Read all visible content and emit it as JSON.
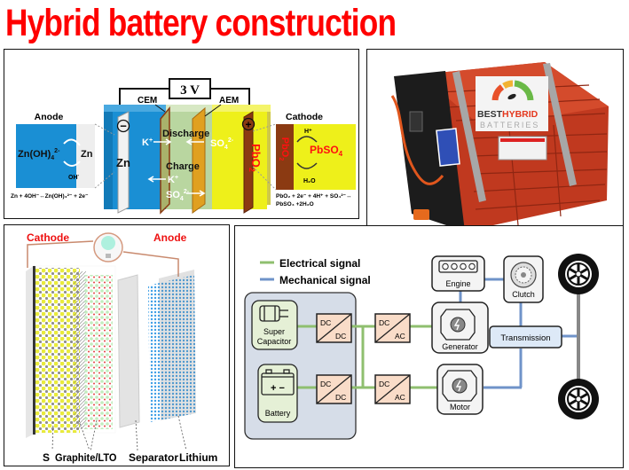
{
  "title": "Hybrid battery construction",
  "panel_zn_pbo2": {
    "voltage": "3 V",
    "membrane_cation": "CEM",
    "membrane_anion": "AEM",
    "negative_symbol": "−",
    "positive_symbol": "+",
    "anode_metal": "Zn",
    "cathode_oxide": "PbO",
    "cathode_oxide_sub": "2",
    "discharge_label": "Discharge",
    "charge_label": "Charge",
    "ion_k": "K",
    "ion_k_sup": "+",
    "ion_so4": "SO",
    "ion_so4_sub": "4",
    "ion_so4_sup": "2-",
    "anode_detail": {
      "heading": "Anode",
      "species_left": "Zn(OH)",
      "species_left_sub": "4",
      "species_left_sup": "2-",
      "species_right": "Zn",
      "mediator": "OH",
      "mediator_sup": "-",
      "equation": "Zn + 4OH⁻↔Zn(OH)₄²⁻ + 2e⁻"
    },
    "cathode_detail": {
      "heading": "Cathode",
      "species_left": "PbO",
      "species_left_sub": "2",
      "species_right": "PbSO",
      "species_right_sub": "4",
      "mediator_top": "H⁺",
      "mediator_bottom": "H₂O",
      "equation_line1": "PbO₂ + 2e⁻ + 4H⁺ + SO₄²⁻↔",
      "equation_line2": "PbSO₄ +2H₂O"
    }
  },
  "panel_photo": {
    "brand_line1_a": "BEST",
    "brand_line1_b": "HYBRID",
    "brand_line2": "BATTERIES"
  },
  "panel_li_s": {
    "cathode_label": "Cathode",
    "anode_label": "Anode",
    "layer_labels": [
      "S",
      "Graphite/LTO",
      "Separator",
      "Lithium"
    ]
  },
  "panel_powertrain": {
    "legend": [
      {
        "label": "Electrical signal",
        "color": "#8fbf6f"
      },
      {
        "label": "Mechanical signal",
        "color": "#6f93c9"
      }
    ],
    "storage": {
      "super_capacitor": [
        "Super",
        "Capacitor"
      ],
      "battery": "Battery",
      "battery_terminals": "+ −"
    },
    "converters": {
      "dcdc_top": [
        "DC",
        "DC"
      ],
      "dcdc_bottom": [
        "DC",
        "DC"
      ],
      "dcac_top": [
        "DC",
        "AC"
      ],
      "dcac_bottom": [
        "DC",
        "AC"
      ]
    },
    "machines": {
      "engine": "Engine",
      "generator": "Generator",
      "motor": "Motor",
      "clutch": "Clutch",
      "transmission": "Transmission"
    },
    "colors": {
      "storage_bg": "#d6dde8",
      "storage_item_bg": "#e5f0d6",
      "converter_bg": "#f9dcc8",
      "transmission_bg": "#dde9f7"
    }
  }
}
